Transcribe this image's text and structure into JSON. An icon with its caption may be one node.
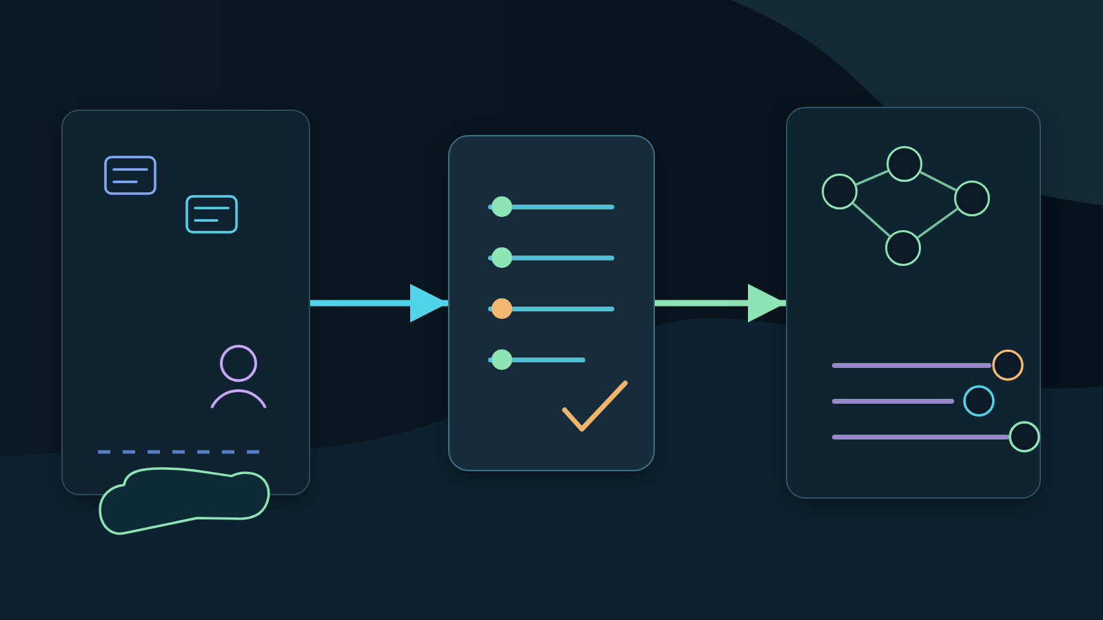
{
  "diagram": {
    "nodes": [
      {
        "text": [],
        "shape": "box"
      },
      {
        "text": [],
        "shape": "box"
      },
      {
        "text": [],
        "shape": "box"
      },
      {
        "text": [],
        "shape": "circle",
        "in": 2
      },
      {
        "text": [],
        "shape": "circle",
        "in": 2
      },
      {
        "text": [],
        "shape": "circle",
        "in": 2
      },
      {
        "text": [],
        "shape": "circle",
        "in": 2
      }
    ],
    "edges": [
      {
        "from": 0,
        "to": 1,
        "arrow": "to",
        "style": "thick",
        "color": "#4fd4e8"
      },
      {
        "from": 1,
        "to": 2,
        "arrow": "to",
        "style": "thick",
        "color": "#8de4b4"
      },
      {
        "from": 4,
        "to": 3,
        "arrow": "none"
      },
      {
        "from": 3,
        "to": 5,
        "arrow": "none"
      },
      {
        "from": 4,
        "to": 6,
        "arrow": "none"
      },
      {
        "from": 6,
        "to": 5,
        "arrow": "none"
      }
    ]
  }
}
